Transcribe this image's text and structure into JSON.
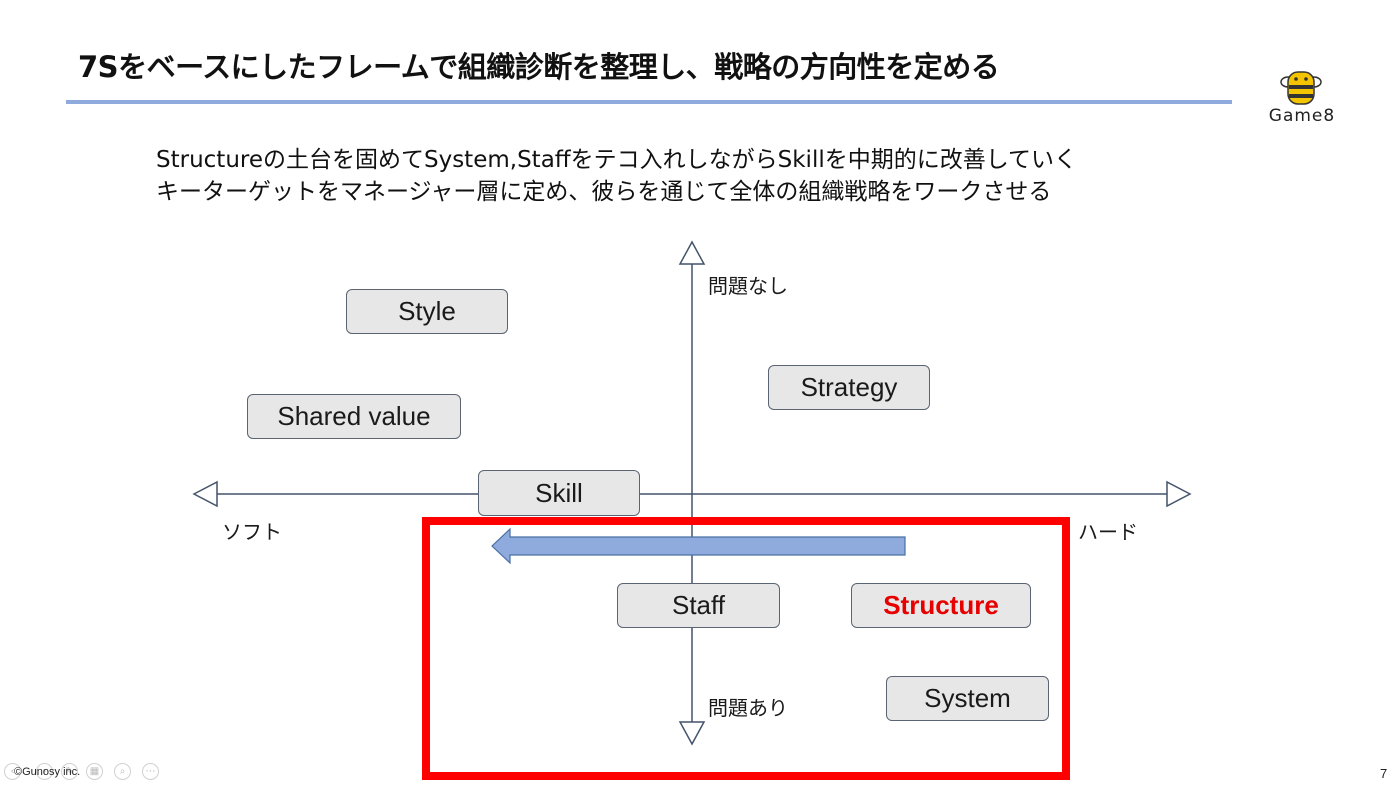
{
  "slide": {
    "title": "7Sをベースにしたフレームで組織診断を整理し、戦略の方向性を定める",
    "subtitle_line1": "Structureの土台を固めてSystem,Staffをテコ入れしながらSkillを中期的に改善していく",
    "subtitle_line2": "キーターゲットをマネージャー層に定め、彼らを通じて全体の組織戦略をワークさせる",
    "logo_text": "Game8",
    "footer": "©Gunosy inc.",
    "page_number": "7"
  },
  "diagram": {
    "axis_top": "問題なし",
    "axis_bottom": "問題あり",
    "axis_left": "ソフト",
    "axis_right": "ハード",
    "boxes": {
      "style": "Style",
      "shared_value": "Shared value",
      "strategy": "Strategy",
      "skill": "Skill",
      "staff": "Staff",
      "structure": "Structure",
      "system": "System"
    },
    "colors": {
      "highlight_frame": "#ff0000",
      "highlight_text": "#e60000",
      "arrow_fill": "#8faadc",
      "box_fill": "#e7e7e7",
      "title_rule": "#8faadc"
    }
  }
}
